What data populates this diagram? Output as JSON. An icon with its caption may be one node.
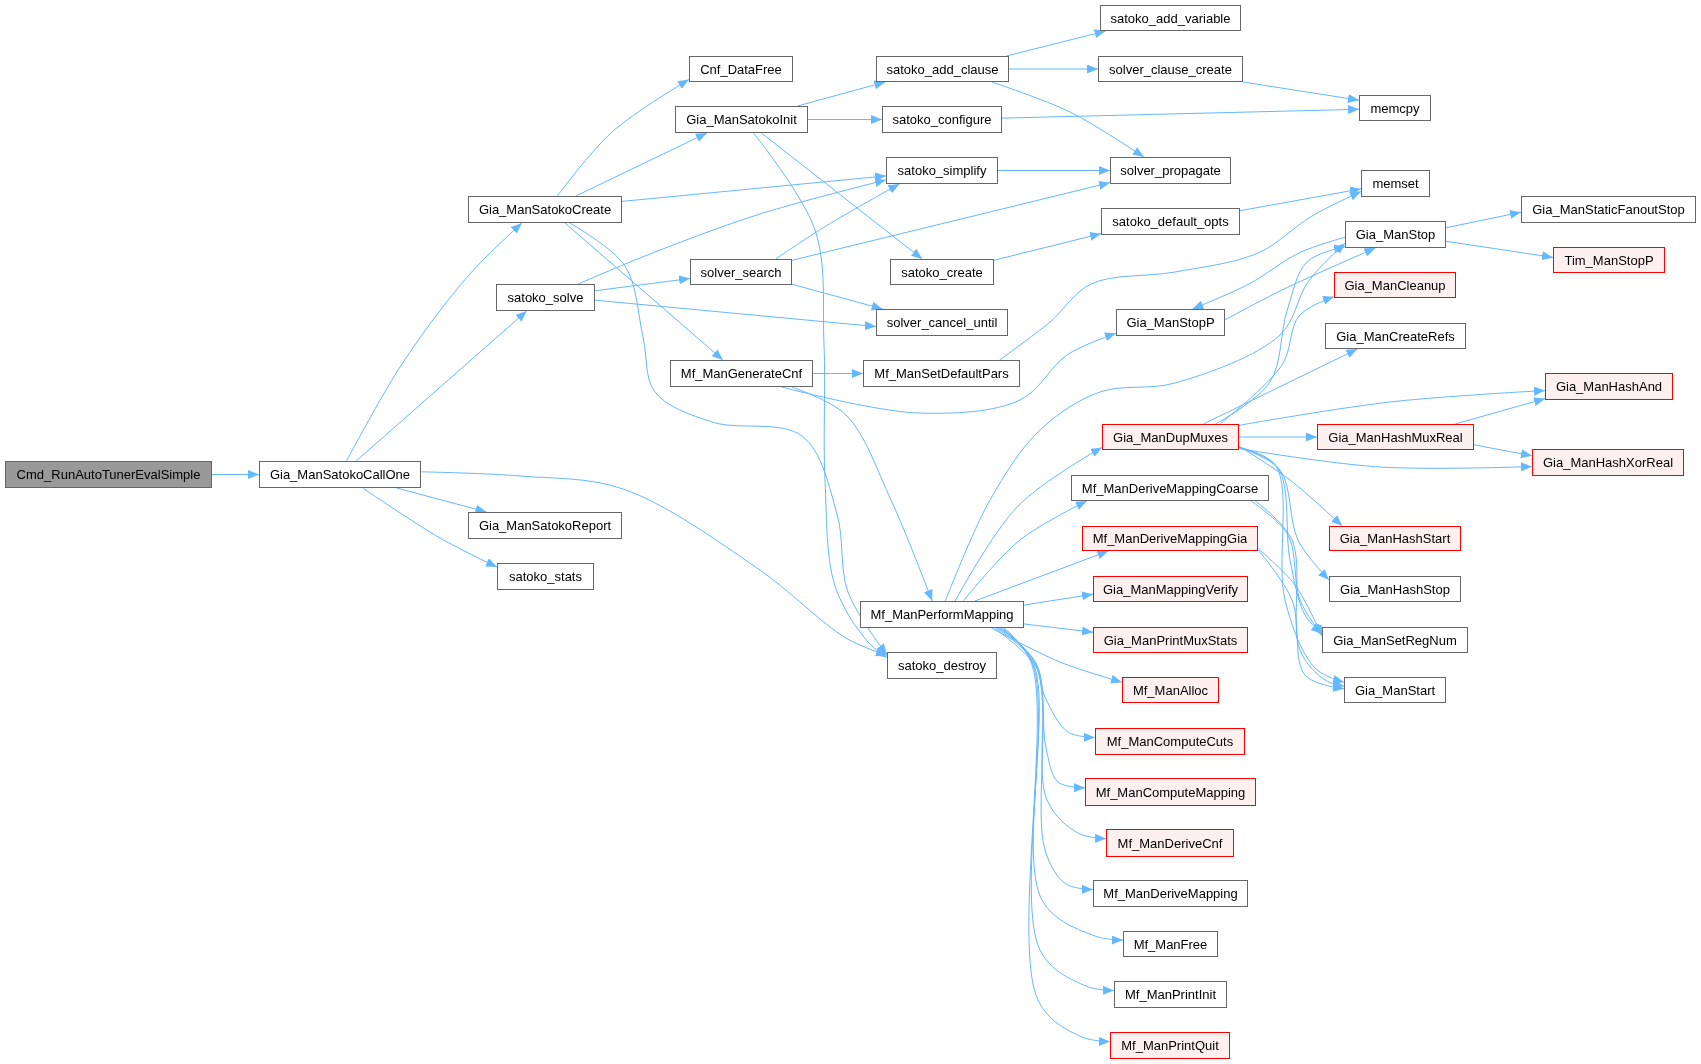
{
  "diagram": {
    "nodes": [
      {
        "text": [
          "Cmd_RunAutoTunerEvalSimple"
        ]
      },
      {
        "text": [
          "Gia_ManSatokoCallOne"
        ]
      },
      {
        "text": [
          "Gia_ManSatokoCreate"
        ]
      },
      {
        "text": [
          "satoko_solve"
        ]
      },
      {
        "text": [
          "Gia_ManSatokoReport"
        ]
      },
      {
        "text": [
          "satoko_stats"
        ]
      },
      {
        "text": [
          "Cnf_DataFree"
        ]
      },
      {
        "text": [
          "Gia_ManSatokoInit"
        ]
      },
      {
        "text": [
          "solver_search"
        ]
      },
      {
        "text": [
          "Mf_ManGenerateCnf"
        ]
      },
      {
        "text": [
          "satoko_add_clause"
        ]
      },
      {
        "text": [
          "satoko_configure"
        ]
      },
      {
        "text": [
          "satoko_simplify"
        ]
      },
      {
        "text": [
          "satoko_create"
        ]
      },
      {
        "text": [
          "solver_cancel_until"
        ]
      },
      {
        "text": [
          "Mf_ManSetDefaultPars"
        ]
      },
      {
        "text": [
          "Mf_ManPerformMapping"
        ]
      },
      {
        "text": [
          "satoko_destroy"
        ]
      },
      {
        "text": [
          "satoko_add_variable"
        ]
      },
      {
        "text": [
          "solver_clause_create"
        ]
      },
      {
        "text": [
          "solver_propagate"
        ]
      },
      {
        "text": [
          "satoko_default_opts"
        ]
      },
      {
        "text": [
          "Gia_ManStopP"
        ]
      },
      {
        "text": [
          "Gia_ManDupMuxes"
        ]
      },
      {
        "text": [
          "Mf_ManDeriveMappingCoarse"
        ]
      },
      {
        "text": [
          "Mf_ManDeriveMappingGia"
        ]
      },
      {
        "text": [
          "Gia_ManMappingVerify"
        ]
      },
      {
        "text": [
          "Gia_ManPrintMuxStats"
        ]
      },
      {
        "text": [
          "Mf_ManAlloc"
        ]
      },
      {
        "text": [
          "Mf_ManComputeCuts"
        ]
      },
      {
        "text": [
          "Mf_ManComputeMapping"
        ]
      },
      {
        "text": [
          "Mf_ManDeriveCnf"
        ]
      },
      {
        "text": [
          "Mf_ManDeriveMapping"
        ]
      },
      {
        "text": [
          "Mf_ManFree"
        ]
      },
      {
        "text": [
          "Mf_ManPrintInit"
        ]
      },
      {
        "text": [
          "Mf_ManPrintQuit"
        ]
      },
      {
        "text": [
          "memcpy"
        ]
      },
      {
        "text": [
          "memset"
        ]
      },
      {
        "text": [
          "Gia_ManStop"
        ]
      },
      {
        "text": [
          "Gia_ManCleanup"
        ]
      },
      {
        "text": [
          "Gia_ManCreateRefs"
        ]
      },
      {
        "text": [
          "Gia_ManHashMuxReal"
        ]
      },
      {
        "text": [
          "Gia_ManHashStart"
        ]
      },
      {
        "text": [
          "Gia_ManHashStop"
        ]
      },
      {
        "text": [
          "Gia_ManSetRegNum"
        ]
      },
      {
        "text": [
          "Gia_ManStart"
        ]
      },
      {
        "text": [
          "Gia_ManStaticFanoutStop"
        ]
      },
      {
        "text": [
          "Tim_ManStopP"
        ]
      },
      {
        "text": [
          "Gia_ManHashAnd"
        ]
      },
      {
        "text": [
          "Gia_ManHashXorReal"
        ]
      }
    ],
    "edges": [
      {
        "from": 0,
        "to": 1,
        "arrow": "to"
      },
      {
        "from": 1,
        "to": 2,
        "arrow": "to"
      },
      {
        "from": 1,
        "to": 3,
        "arrow": "to"
      },
      {
        "from": 1,
        "to": 4,
        "arrow": "to"
      },
      {
        "from": 1,
        "to": 5,
        "arrow": "to"
      },
      {
        "from": 1,
        "to": 17,
        "arrow": "to"
      },
      {
        "from": 2,
        "to": 6,
        "arrow": "to"
      },
      {
        "from": 2,
        "to": 7,
        "arrow": "to"
      },
      {
        "from": 2,
        "to": 12,
        "arrow": "to"
      },
      {
        "from": 2,
        "to": 9,
        "arrow": "to"
      },
      {
        "from": 2,
        "to": 17,
        "arrow": "to"
      },
      {
        "from": 3,
        "to": 12,
        "arrow": "to"
      },
      {
        "from": 3,
        "to": 8,
        "arrow": "to"
      },
      {
        "from": 3,
        "to": 14,
        "arrow": "to"
      },
      {
        "from": 7,
        "to": 10,
        "arrow": "to"
      },
      {
        "from": 7,
        "to": 11,
        "arrow": "to"
      },
      {
        "from": 7,
        "to": 13,
        "arrow": "to"
      },
      {
        "from": 7,
        "to": 17,
        "arrow": "to"
      },
      {
        "from": 8,
        "to": 12,
        "arrow": "to"
      },
      {
        "from": 8,
        "to": 20,
        "arrow": "to"
      },
      {
        "from": 8,
        "to": 14,
        "arrow": "to"
      },
      {
        "from": 9,
        "to": 15,
        "arrow": "to"
      },
      {
        "from": 9,
        "to": 22,
        "arrow": "to"
      },
      {
        "from": 9,
        "to": 16,
        "arrow": "to"
      },
      {
        "from": 10,
        "to": 18,
        "arrow": "to"
      },
      {
        "from": 10,
        "to": 19,
        "arrow": "to"
      },
      {
        "from": 10,
        "to": 20,
        "arrow": "to"
      },
      {
        "from": 11,
        "to": 36,
        "arrow": "to"
      },
      {
        "from": 12,
        "to": 20,
        "arrow": "to"
      },
      {
        "from": 13,
        "to": 21,
        "arrow": "to"
      },
      {
        "from": 15,
        "to": 37,
        "arrow": "to"
      },
      {
        "from": 19,
        "to": 36,
        "arrow": "to"
      },
      {
        "from": 21,
        "to": 37,
        "arrow": "to"
      },
      {
        "from": 16,
        "to": 38,
        "arrow": "to"
      },
      {
        "from": 16,
        "to": 23,
        "arrow": "to"
      },
      {
        "from": 16,
        "to": 24,
        "arrow": "to"
      },
      {
        "from": 16,
        "to": 25,
        "arrow": "to"
      },
      {
        "from": 16,
        "to": 26,
        "arrow": "to"
      },
      {
        "from": 16,
        "to": 27,
        "arrow": "to"
      },
      {
        "from": 16,
        "to": 28,
        "arrow": "to"
      },
      {
        "from": 16,
        "to": 29,
        "arrow": "to"
      },
      {
        "from": 16,
        "to": 30,
        "arrow": "to"
      },
      {
        "from": 16,
        "to": 31,
        "arrow": "to"
      },
      {
        "from": 16,
        "to": 32,
        "arrow": "to"
      },
      {
        "from": 16,
        "to": 33,
        "arrow": "to"
      },
      {
        "from": 16,
        "to": 34,
        "arrow": "to"
      },
      {
        "from": 16,
        "to": 35,
        "arrow": "to"
      },
      {
        "from": 23,
        "to": 38,
        "arrow": "to"
      },
      {
        "from": 23,
        "to": 39,
        "arrow": "to"
      },
      {
        "from": 23,
        "to": 40,
        "arrow": "to"
      },
      {
        "from": 23,
        "to": 48,
        "arrow": "to"
      },
      {
        "from": 23,
        "to": 41,
        "arrow": "to"
      },
      {
        "from": 23,
        "to": 49,
        "arrow": "to"
      },
      {
        "from": 23,
        "to": 42,
        "arrow": "to"
      },
      {
        "from": 23,
        "to": 43,
        "arrow": "to"
      },
      {
        "from": 23,
        "to": 44,
        "arrow": "to"
      },
      {
        "from": 23,
        "to": 45,
        "arrow": "to"
      },
      {
        "from": 24,
        "to": 44,
        "arrow": "to"
      },
      {
        "from": 24,
        "to": 45,
        "arrow": "to"
      },
      {
        "from": 25,
        "to": 44,
        "arrow": "to"
      },
      {
        "from": 25,
        "to": 45,
        "arrow": "to"
      },
      {
        "from": 38,
        "to": 46,
        "arrow": "to"
      },
      {
        "from": 38,
        "to": 47,
        "arrow": "to"
      },
      {
        "from": 38,
        "to": 22,
        "arrow": "to"
      },
      {
        "from": 22,
        "to": 38,
        "arrow": "to"
      },
      {
        "from": 41,
        "to": 48,
        "arrow": "to"
      },
      {
        "from": 41,
        "to": 49,
        "arrow": "to"
      }
    ]
  }
}
